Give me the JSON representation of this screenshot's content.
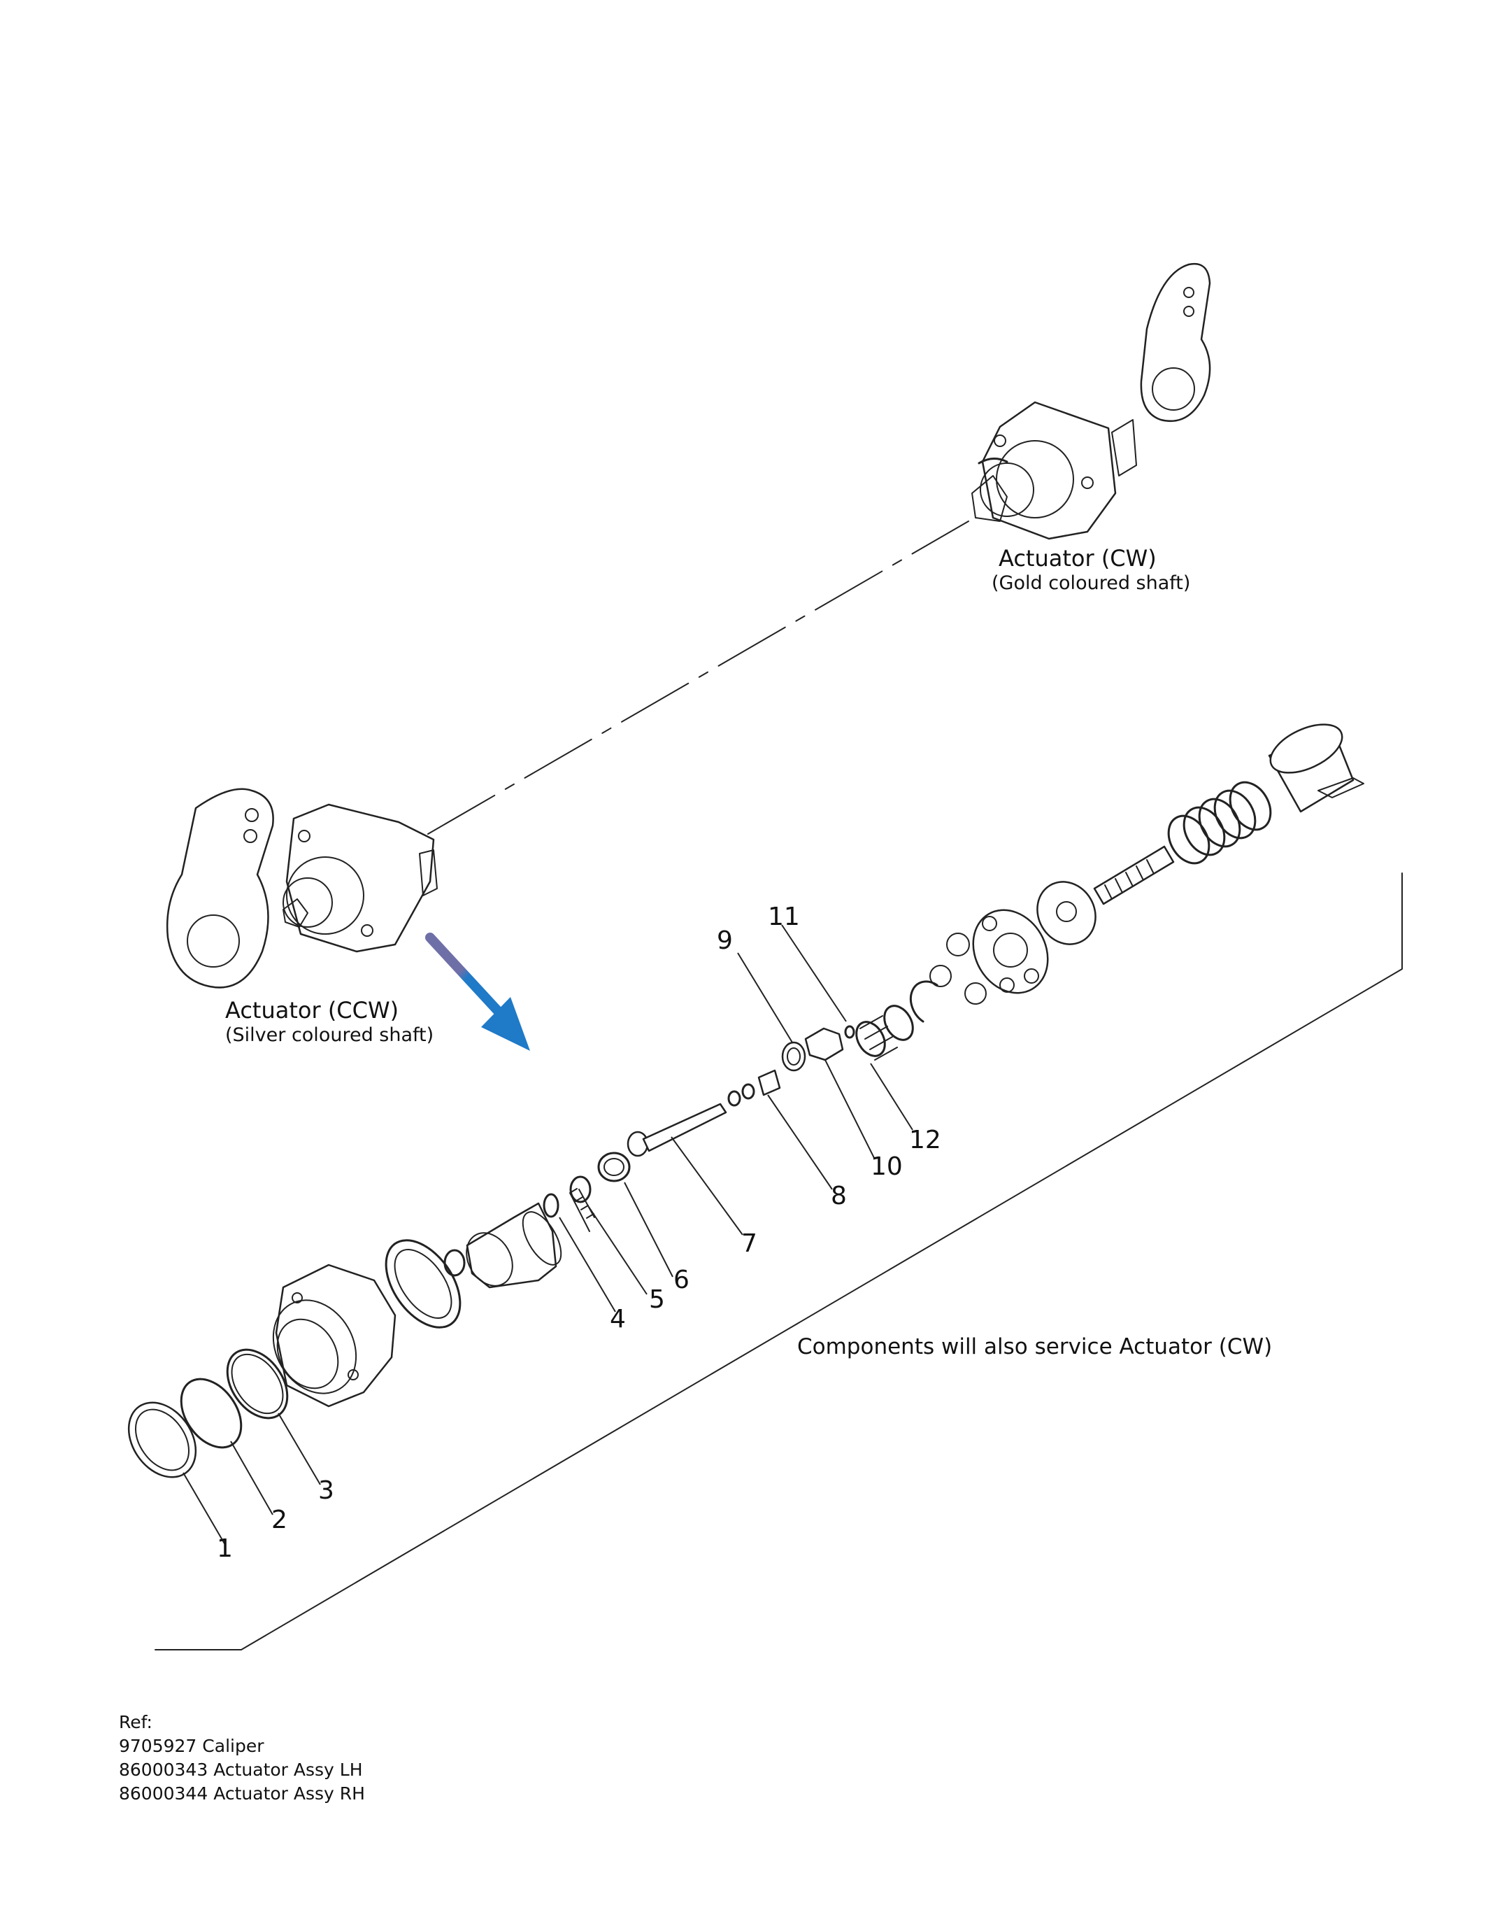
{
  "actuator_cw": {
    "title": "Actuator  (CW)",
    "subtitle": "(Gold coloured shaft)"
  },
  "actuator_ccw": {
    "title": "Actuator  (CCW)",
    "subtitle": "(Silver coloured shaft)"
  },
  "note": "Components will also service Actuator (CW)",
  "callouts": [
    "1",
    "2",
    "3",
    "4",
    "5",
    "6",
    "7",
    "8",
    "9",
    "10",
    "11",
    "12"
  ],
  "reference": {
    "heading": "Ref:",
    "lines": [
      "9705927 Caliper",
      "86000343 Actuator Assy LH",
      "86000344 Actuator Assy RH"
    ]
  },
  "arrow_color": "#1f7ac8"
}
